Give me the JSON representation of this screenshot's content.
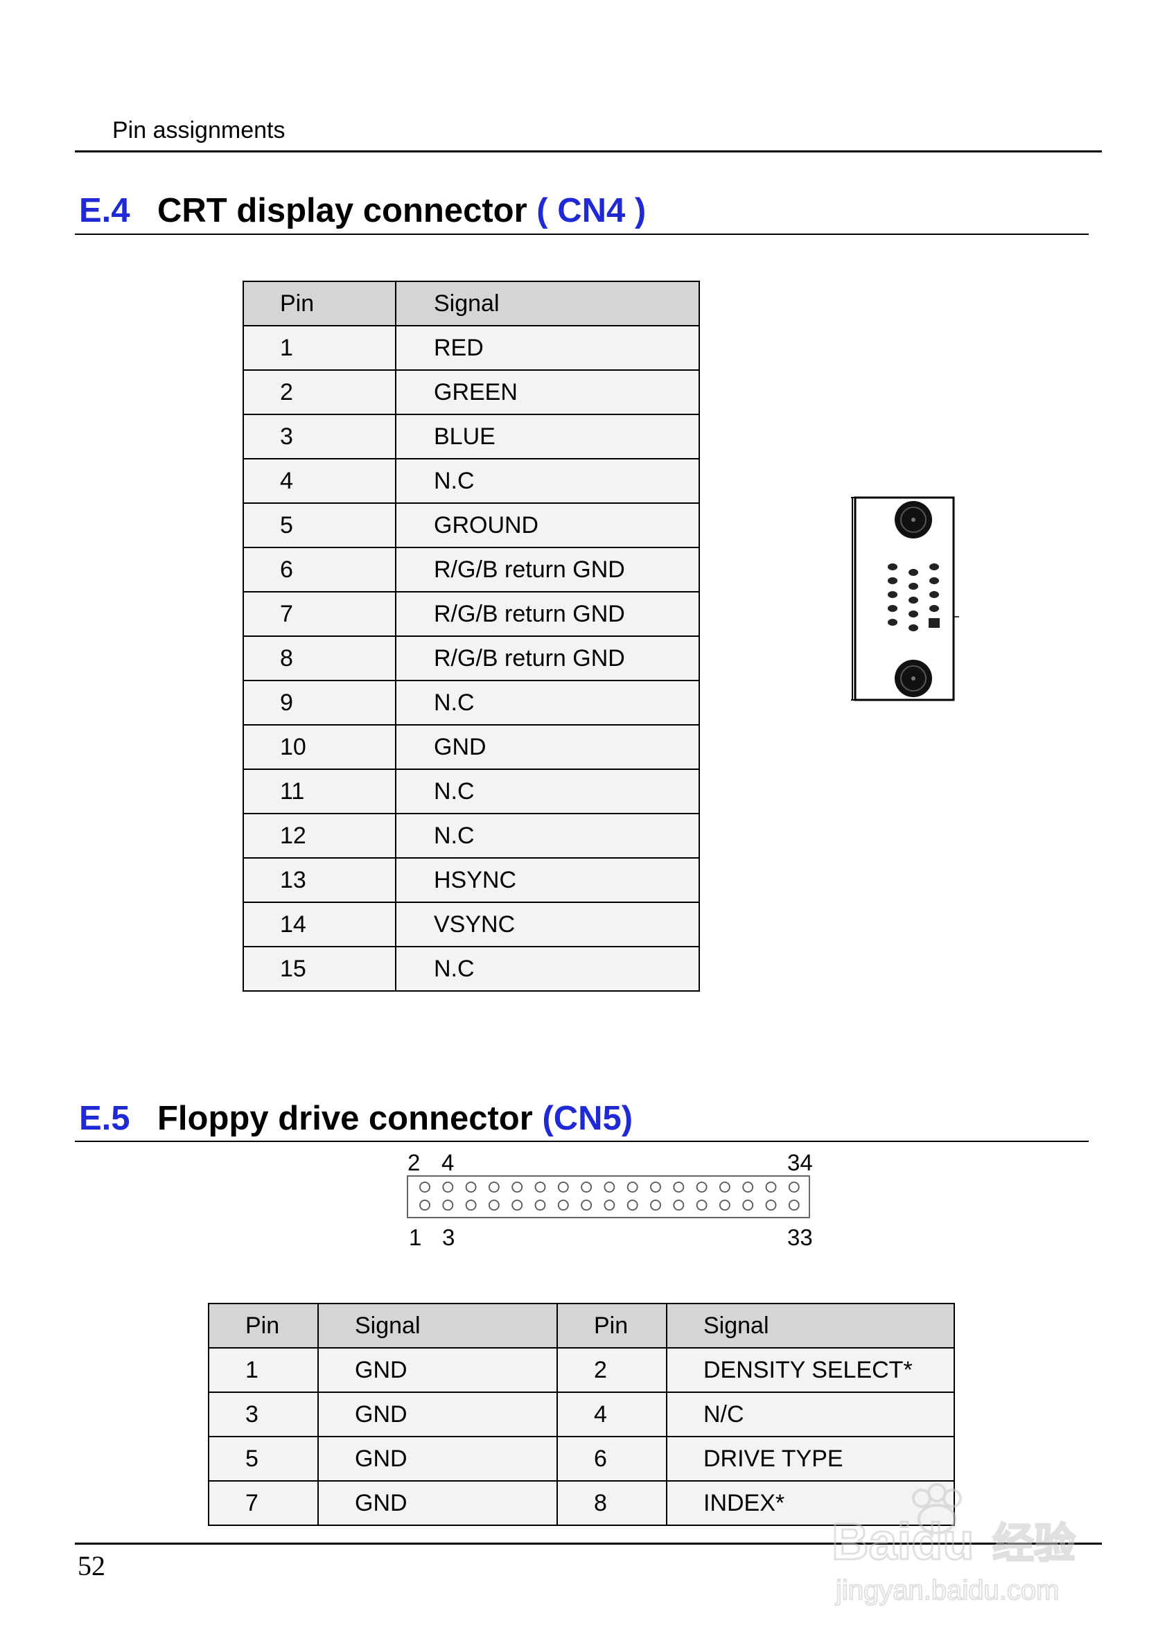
{
  "header": {
    "title": "Pin assignments"
  },
  "section_e4": {
    "number": "E.4",
    "title": "CRT display connector",
    "ref": "( CN4 )",
    "table": {
      "headers": [
        "Pin",
        "Signal"
      ],
      "rows": [
        [
          "1",
          "RED"
        ],
        [
          "2",
          "GREEN"
        ],
        [
          "3",
          "BLUE"
        ],
        [
          "4",
          "N.C"
        ],
        [
          "5",
          "GROUND"
        ],
        [
          "6",
          "R/G/B return GND"
        ],
        [
          "7",
          "R/G/B return GND"
        ],
        [
          "8",
          "R/G/B return GND"
        ],
        [
          "9",
          "N.C"
        ],
        [
          "10",
          "GND"
        ],
        [
          "11",
          "N.C"
        ],
        [
          "12",
          "N.C"
        ],
        [
          "13",
          "HSYNC"
        ],
        [
          "14",
          "VSYNC"
        ],
        [
          "15",
          "N.C"
        ]
      ]
    }
  },
  "section_e5": {
    "number": "E.5",
    "title": "Floppy drive connector",
    "ref": "(CN5)",
    "connector_labels": {
      "top_left_a": "2",
      "top_left_b": "4",
      "top_right": "34",
      "bottom_left_a": "1",
      "bottom_left_b": "3",
      "bottom_right": "33"
    },
    "table": {
      "headers": [
        "Pin",
        "Signal",
        "Pin",
        "Signal"
      ],
      "rows": [
        [
          "1",
          "GND",
          "2",
          "DENSITY SELECT*"
        ],
        [
          "3",
          "GND",
          "4",
          "N/C"
        ],
        [
          "5",
          "GND",
          "6",
          "DRIVE TYPE"
        ],
        [
          "7",
          "GND",
          "8",
          "INDEX*"
        ]
      ]
    }
  },
  "footer": {
    "page_number": "52"
  },
  "watermark": {
    "brand": "Baidu",
    "brand_cn": "经验",
    "url": "jingyan.baidu.com"
  },
  "icons": {
    "vga_connector": "vga-connector-diagram",
    "fdd_connector": "fdd-header-diagram"
  },
  "colors": {
    "accent": "#1f2ad6",
    "table_header": "#d5d5d5",
    "table_cell": "#f3f3f3"
  }
}
